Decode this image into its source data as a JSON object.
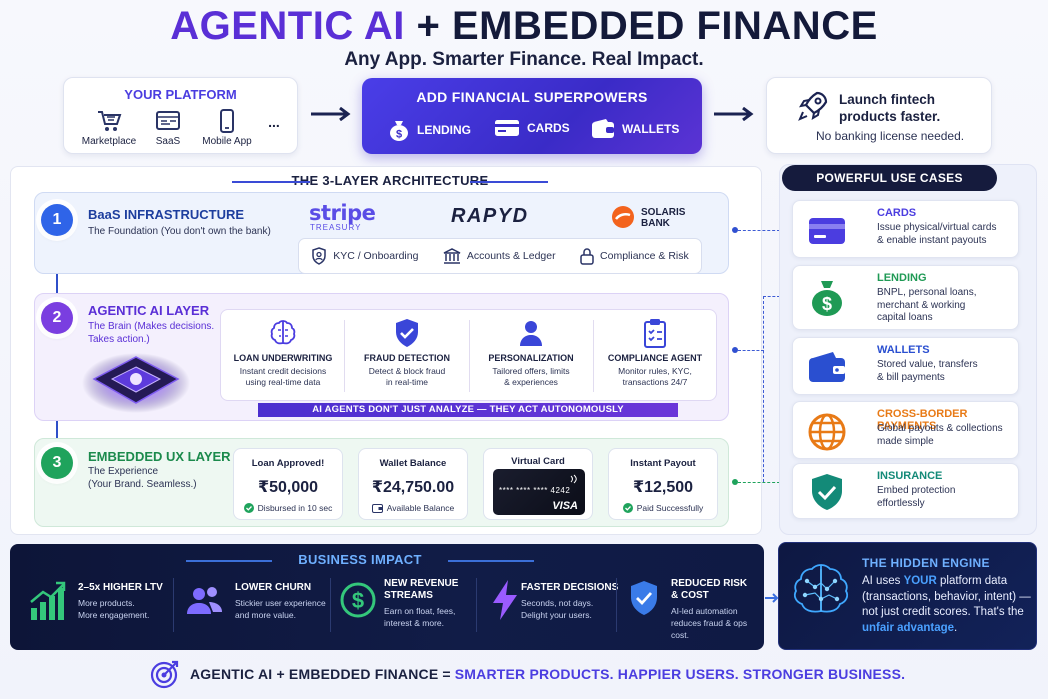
{
  "header": {
    "title_part1": "AGENTIC AI",
    "title_plus": " + ",
    "title_part2": "EMBEDDED FINANCE",
    "subtitle": "Any App. Smarter Finance. Real Impact."
  },
  "platform": {
    "title": "YOUR PLATFORM",
    "items": [
      {
        "label": "Marketplace",
        "icon": "cart-icon"
      },
      {
        "label": "SaaS",
        "icon": "browser-icon"
      },
      {
        "label": "Mobile App",
        "icon": "phone-icon"
      }
    ],
    "more": "..."
  },
  "superpowers": {
    "title": "ADD FINANCIAL SUPERPOWERS",
    "items": [
      {
        "label": "LENDING",
        "icon": "money-bag-icon"
      },
      {
        "label": "CARDS",
        "icon": "card-icon"
      },
      {
        "label": "WALLETS",
        "icon": "wallet-icon"
      }
    ]
  },
  "launch": {
    "line1": "Launch fintech",
    "line2": "products faster.",
    "line3": "No banking license needed."
  },
  "architecture": {
    "title": "THE 3-LAYER ARCHITECTURE",
    "layer1": {
      "num": "1",
      "title": "BaaS  INFRASTRUCTURE",
      "subtitle": "The Foundation (You don't own the bank)",
      "logos": {
        "stripe": "stripe",
        "stripe_sub": "TREASURY",
        "rapyd": "RAPYD",
        "solaris1": "SOLARIS",
        "solaris2": "BANK"
      },
      "features": [
        "KYC / Onboarding",
        "Accounts & Ledger",
        "Compliance & Risk"
      ]
    },
    "layer2": {
      "num": "2",
      "title": "AGENTIC AI LAYER",
      "subtitle1": "The Brain (Makes decisions.",
      "subtitle2": "Takes action.)",
      "agents": [
        {
          "title": "LOAN UNDERWRITING",
          "line1": "Instant credit decisions",
          "line2": "using real-time data"
        },
        {
          "title": "FRAUD DETECTION",
          "line1": "Detect & block fraud",
          "line2": "in real-time"
        },
        {
          "title": "PERSONALIZATION",
          "line1": "Tailored offers, limits",
          "line2": "& experiences"
        },
        {
          "title": "COMPLIANCE AGENT",
          "line1": "Monitor rules, KYC,",
          "line2": "transactions 24/7"
        }
      ],
      "banner": "AI AGENTS DON'T JUST ANALYZE — THEY ACT AUTONOMOUSLY"
    },
    "layer3": {
      "num": "3",
      "title": "EMBEDDED UX LAYER",
      "subtitle1": "The Experience",
      "subtitle2": "(Your Brand. Seamless.)",
      "cards": [
        {
          "title": "Loan Approved!",
          "value": "₹50,000",
          "status": "Disbursed in 10 sec"
        },
        {
          "title": "Wallet Balance",
          "value": "₹24,750.00",
          "status": "Available Balance"
        },
        {
          "title": "Virtual Card",
          "number": "**** **** **** 4242",
          "brand": "VISA"
        },
        {
          "title": "Instant Payout",
          "value": "₹12,500",
          "status": "Paid Successfully"
        }
      ]
    }
  },
  "use_cases": {
    "title": "POWERFUL USE CASES",
    "items": [
      {
        "title": "CARDS",
        "d1": "Issue physical/virtual cards",
        "d2": "& enable instant payouts",
        "d3": "",
        "color": "#4b3de0"
      },
      {
        "title": "LENDING",
        "d1": "BNPL, personal loans,",
        "d2": "merchant & working",
        "d3": "capital loans",
        "color": "#1f9a55"
      },
      {
        "title": "WALLETS",
        "d1": "Stored value, transfers",
        "d2": "& bill payments",
        "d3": "",
        "color": "#2a4fd0"
      },
      {
        "title": "CROSS-BORDER PAYMENTS",
        "d1": "Global payouts & collections",
        "d2": "made simple",
        "d3": "",
        "color": "#e87a16"
      },
      {
        "title": "INSURANCE",
        "d1": "Embed protection",
        "d2": "effortlessly",
        "d3": "",
        "color": "#138a78"
      }
    ]
  },
  "impact": {
    "title": "BUSINESS IMPACT",
    "items": [
      {
        "h1": "2–5x HIGHER LTV",
        "h2": "",
        "d1": "More products.",
        "d2": "More engagement."
      },
      {
        "h1": "LOWER CHURN",
        "h2": "",
        "d1": "Stickier user experience",
        "d2": "and more value."
      },
      {
        "h1": "NEW REVENUE",
        "h2": "STREAMS",
        "d1": "Earn on float, fees,",
        "d2": "interest & more."
      },
      {
        "h1": "FASTER DECISIONS",
        "h2": "",
        "d1": "Seconds, not days.",
        "d2": "Delight your users."
      },
      {
        "h1": "REDUCED RISK",
        "h2": "& COST",
        "d1": "AI-led automation",
        "d2": "reduces fraud & ops cost."
      }
    ]
  },
  "hidden_engine": {
    "title": "THE HIDDEN ENGINE",
    "t1": "AI uses ",
    "t2": "YOUR",
    "t3": " platform data (transactions, behavior, intent) —not just credit scores. That's the ",
    "t4": "unfair advantage",
    "t5": "."
  },
  "footer": {
    "left": "AGENTIC AI + EMBEDDED FINANCE",
    "eq": " = ",
    "right": "SMARTER PRODUCTS. HAPPIER USERS. STRONGER BUSINESS."
  }
}
